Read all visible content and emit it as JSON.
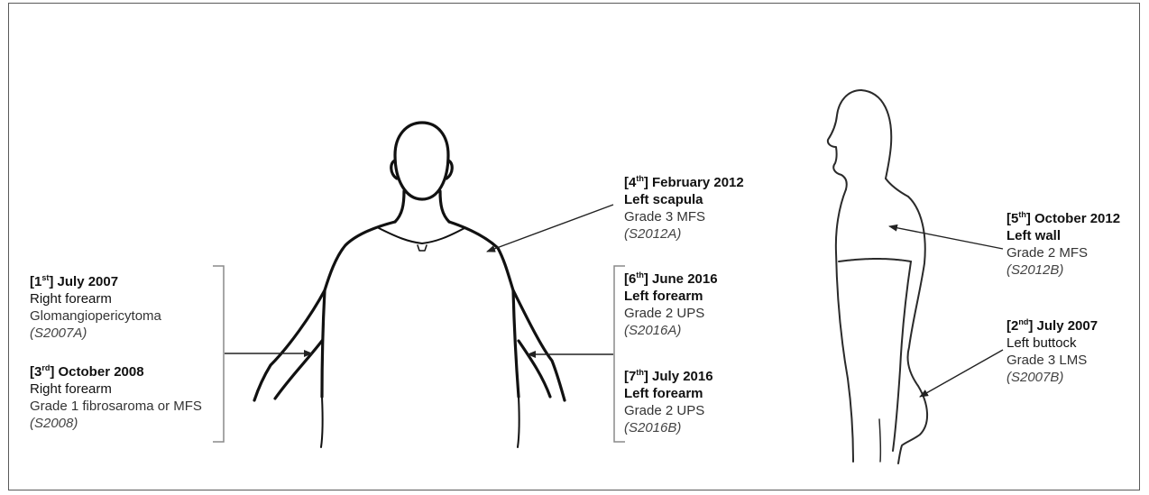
{
  "annotations": [
    {
      "id": "a1",
      "ordinal": "1",
      "ordinal_suffix": "st",
      "date": "July 2007",
      "site": "Right forearm",
      "site_bold": false,
      "grade": "Glomangiopericytoma",
      "sample": "(S2007A)"
    },
    {
      "id": "a3",
      "ordinal": "3",
      "ordinal_suffix": "rd",
      "date": "October 2008",
      "site": "Right forearm",
      "site_bold": false,
      "grade": "Grade 1 fibrosaroma or MFS",
      "sample": "(S2008)"
    },
    {
      "id": "a4",
      "ordinal": "4",
      "ordinal_suffix": "th",
      "date": "February 2012",
      "site": "Left scapula",
      "site_bold": true,
      "grade": "Grade 3 MFS",
      "sample": "(S2012A)"
    },
    {
      "id": "a6",
      "ordinal": "6",
      "ordinal_suffix": "th",
      "date": "June 2016",
      "site": "Left forearm",
      "site_bold": true,
      "grade": "Grade 2 UPS",
      "sample": "(S2016A)"
    },
    {
      "id": "a7",
      "ordinal": "7",
      "ordinal_suffix": "th",
      "date": "July 2016",
      "site": "Left forearm",
      "site_bold": true,
      "grade": "Grade 2 UPS",
      "sample": "(S2016B)"
    },
    {
      "id": "a5",
      "ordinal": "5",
      "ordinal_suffix": "th",
      "date": "October 2012",
      "site": "Left wall",
      "site_bold": true,
      "grade": "Grade 2 MFS",
      "sample": "(S2012B)"
    },
    {
      "id": "a2",
      "ordinal": "2",
      "ordinal_suffix": "nd",
      "date": "July 2007",
      "site": "Left buttock",
      "site_bold": false,
      "grade": "Grade 3 LMS",
      "sample": "(S2007B)"
    }
  ]
}
